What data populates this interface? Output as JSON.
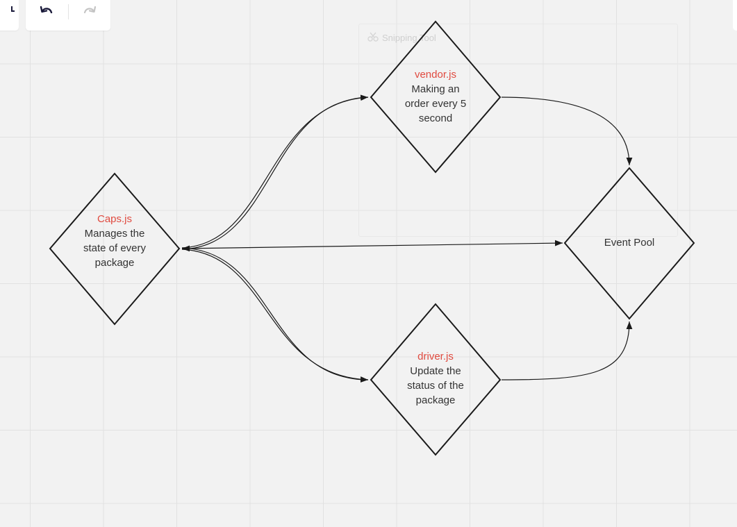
{
  "canvas": {
    "background": "#f2f2f2",
    "grid_color": "#e1e1e1"
  },
  "toolbar": {
    "undo_icon": "undo-icon",
    "redo_icon": "redo-icon",
    "undo_color": "#1a1a3a",
    "redo_color": "#c4c4c4"
  },
  "snipping_tool": {
    "label": "Snipping Tool",
    "icon": "scissors-icon"
  },
  "nodes": [
    {
      "id": "caps",
      "filename": "Caps.js",
      "description": "Manages the state of every package"
    },
    {
      "id": "vendor",
      "filename": "vendor.js",
      "description": "Making an order every 5 second"
    },
    {
      "id": "driver",
      "filename": "driver.js",
      "description": "Update the status of the package"
    },
    {
      "id": "event-pool",
      "filename": "",
      "description": "Event Pool"
    }
  ],
  "colors": {
    "filename": "#e04a3f",
    "text": "#333333",
    "stroke": "#1a1a1a"
  }
}
